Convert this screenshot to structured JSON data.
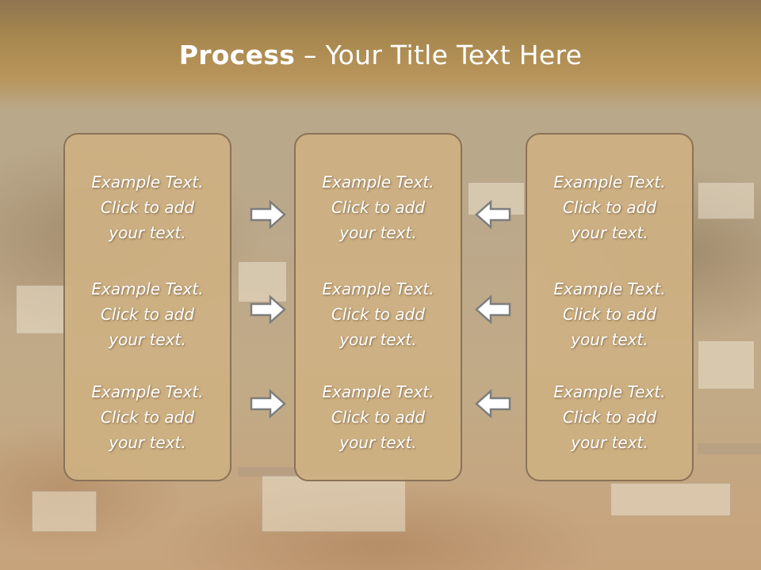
{
  "slide": {
    "title_bold": "Process",
    "title_rest": " – Your Title Text Here"
  },
  "panels": [
    {
      "items": [
        {
          "line1": "Example Text.",
          "line2": "Click  to add",
          "line3": "your text."
        },
        {
          "line1": "Example Text.",
          "line2": "Click  to add",
          "line3": "your text."
        },
        {
          "line1": "Example Text.",
          "line2": "Click  to add",
          "line3": "your text."
        }
      ]
    },
    {
      "items": [
        {
          "line1": "Example Text.",
          "line2": "Click  to add",
          "line3": "your text."
        },
        {
          "line1": "Example Text.",
          "line2": "Click  to add",
          "line3": "your text."
        },
        {
          "line1": "Example Text.",
          "line2": "Click  to add",
          "line3": "your text."
        }
      ]
    },
    {
      "items": [
        {
          "line1": "Example Text.",
          "line2": "Click  to add",
          "line3": "your text."
        },
        {
          "line1": "Example Text.",
          "line2": "Click  to add",
          "line3": "your text."
        },
        {
          "line1": "Example Text.",
          "line2": "Click  to add",
          "line3": "your text."
        }
      ]
    }
  ],
  "arrows": {
    "left_column": [
      "arrow-right-icon",
      "arrow-right-icon",
      "arrow-right-icon"
    ],
    "right_column": [
      "arrow-left-icon",
      "arrow-left-icon",
      "arrow-left-icon"
    ]
  },
  "colors": {
    "header": "#a8884f",
    "panel_fill": "#cdb082",
    "panel_border": "#8a7257",
    "text": "#ffffff"
  }
}
